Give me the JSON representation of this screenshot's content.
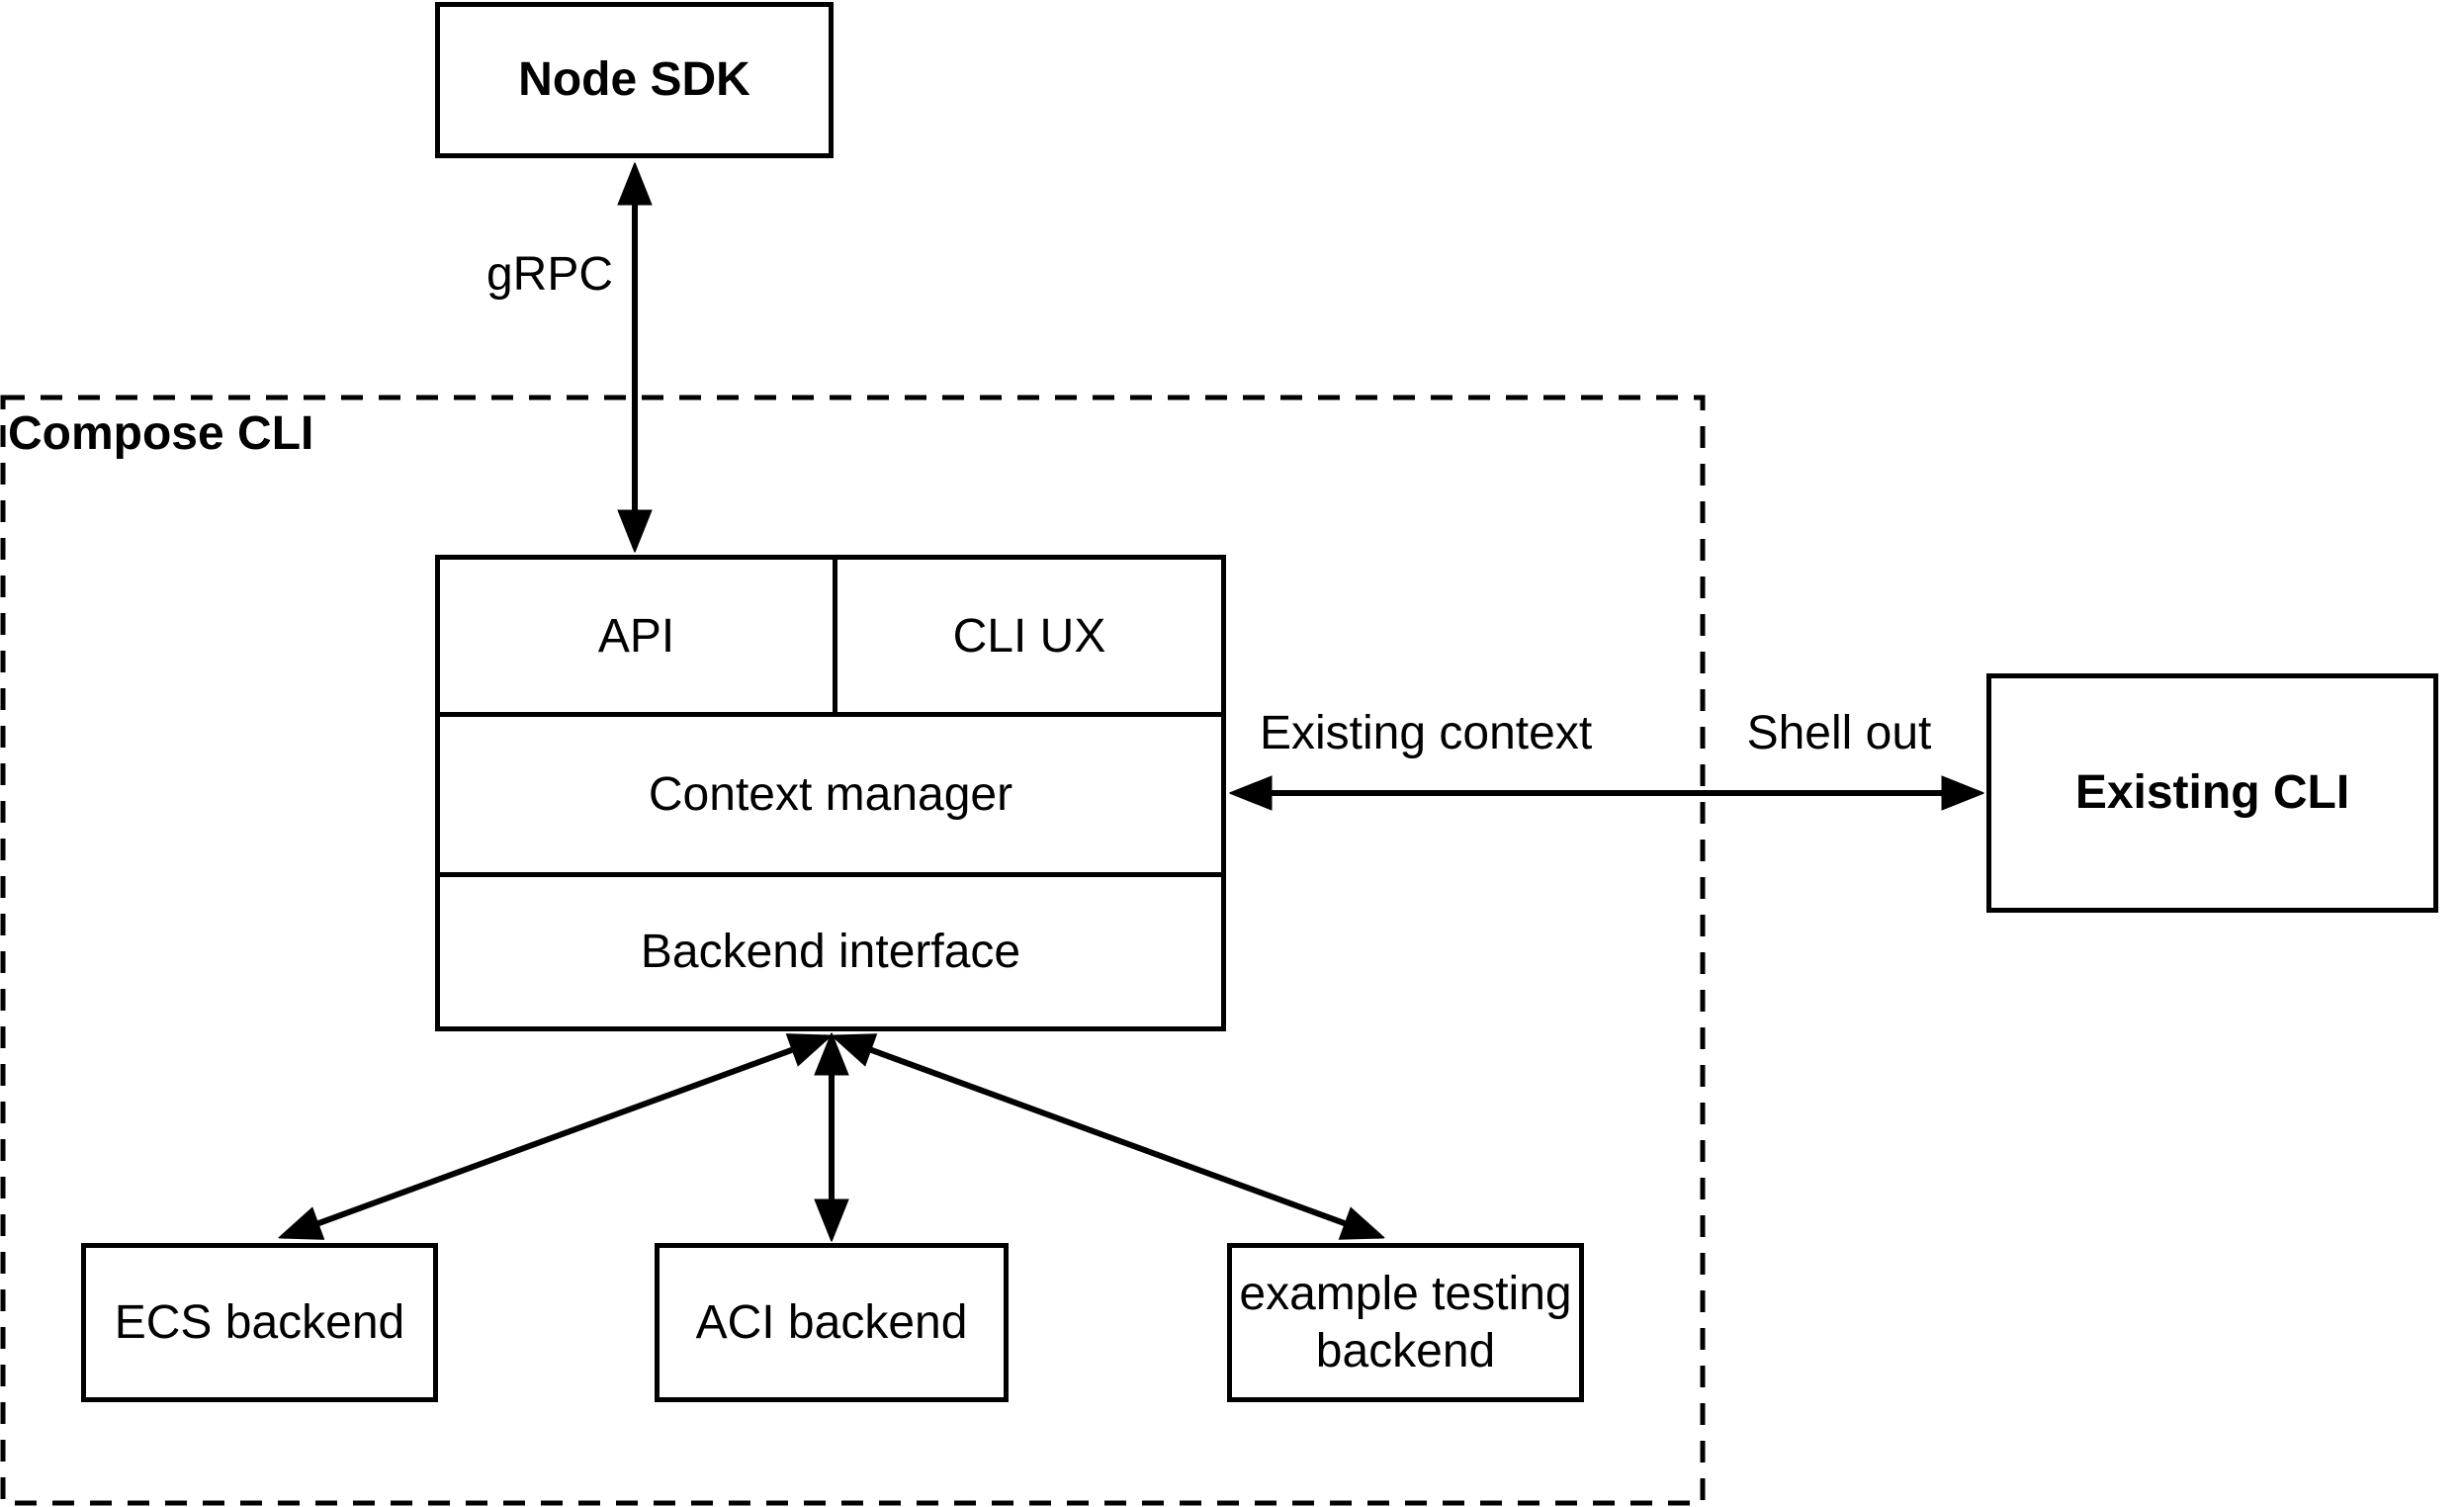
{
  "canvas": {
    "background_color": "#ffffff",
    "stroke_color": "#000000"
  },
  "container": {
    "label": "Compose CLI"
  },
  "nodes": {
    "node_sdk": {
      "label": "Node SDK"
    },
    "api": {
      "label": "API"
    },
    "cli_ux": {
      "label": "CLI UX"
    },
    "context_manager": {
      "label": "Context manager"
    },
    "backend_interface": {
      "label": "Backend interface"
    },
    "ecs_backend": {
      "label": "ECS backend"
    },
    "aci_backend": {
      "label": "ACI backend"
    },
    "example_testing_backend": {
      "label": "example testing backend"
    },
    "existing_cli": {
      "label": "Existing CLI"
    }
  },
  "edges": {
    "grpc": {
      "label": "gRPC"
    },
    "existing_context": {
      "label": "Existing context"
    },
    "shell_out": {
      "label": "Shell out"
    }
  }
}
